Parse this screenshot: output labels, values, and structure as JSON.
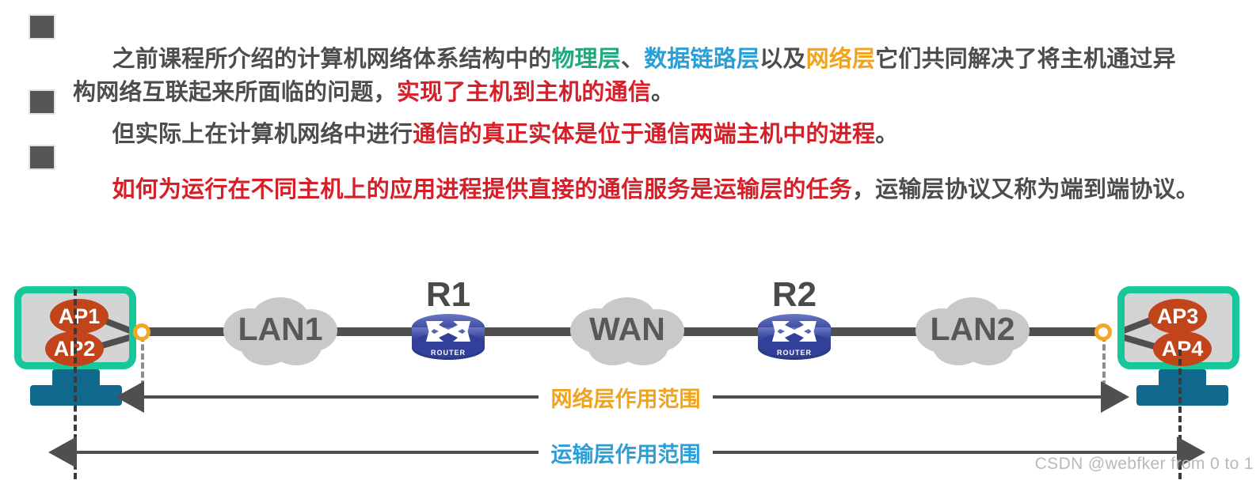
{
  "slide": {
    "bullets": [
      {
        "marker": "square-bullet",
        "segments": [
          {
            "text": "之前课程所介绍的计算机网络体系结构中的",
            "color": "gray"
          },
          {
            "text": "物理层",
            "color": "green"
          },
          {
            "text": "、",
            "color": "gray"
          },
          {
            "text": "数据链路层",
            "color": "blue"
          },
          {
            "text": "以及",
            "color": "gray"
          },
          {
            "text": "网络层",
            "color": "orange"
          },
          {
            "text": "它们共同解决了将主机通过异\n构网络互联起来所面临的问题，",
            "color": "gray"
          },
          {
            "text": "实现了主机到主机的通信",
            "color": "red"
          },
          {
            "text": "。",
            "color": "gray"
          }
        ]
      },
      {
        "marker": "square-bullet",
        "segments": [
          {
            "text": "但实际上在计算机网络中进行",
            "color": "gray"
          },
          {
            "text": "通信的真正实体是位于通信两端主机中的进程",
            "color": "red"
          },
          {
            "text": "。",
            "color": "gray"
          }
        ]
      },
      {
        "marker": "square-bullet",
        "segments": [
          {
            "text": "如何为运行在不同主机上的应用进程提供直接的通信服务是运输层的任务",
            "color": "red"
          },
          {
            "text": "，运输层协议又称为端到端协议。",
            "color": "gray"
          }
        ]
      }
    ],
    "colors": {
      "gray": "#4d4d4d",
      "green": "#1fa97e",
      "blue": "#2a9fd6",
      "orange": "#f0a31c",
      "red": "#d5202a",
      "host_border": "#16c79a",
      "ap_fill": "#c1441b",
      "stand": "#11698e",
      "port_ring": "#f5a623",
      "cloud_fill": "#c9c9c9",
      "wire": "#4f4f4f",
      "router_body": "#3b4ba0"
    },
    "diagram": {
      "left_host": {
        "name": "left-host",
        "processes": [
          "AP1",
          "AP2"
        ]
      },
      "right_host": {
        "name": "right-host",
        "processes": [
          "AP3",
          "AP4"
        ]
      },
      "clouds": [
        {
          "label": "LAN1"
        },
        {
          "label": "WAN"
        },
        {
          "label": "LAN2"
        }
      ],
      "routers": [
        {
          "label": "R1",
          "caption": "ROUTER"
        },
        {
          "label": "R2",
          "caption": "ROUTER"
        }
      ],
      "ranges": [
        {
          "label": "网络层作用范围",
          "color": "orange"
        },
        {
          "label": "运输层作用范围",
          "color": "blue"
        }
      ]
    },
    "watermark": "CSDN @webfker from 0 to 1"
  }
}
